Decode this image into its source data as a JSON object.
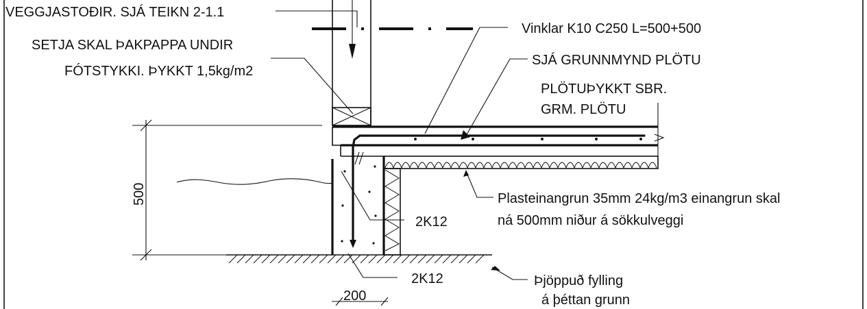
{
  "labels": {
    "veggjastodir": "VEGGJASTOÐIR. SJÁ TEIKN 2-1.1",
    "tharpappi_line1": "SETJA SKAL  ÞAKPAPPA UNDIR",
    "tharpappi_line2": "FÓTSTYKKI. ÞYKKT 1,5kg/m2",
    "vinklar": "Vinklar K10 C250 L=500+500",
    "grunnmynd": "SJÁ GRUNNMYND PLÖTU",
    "plotuthykkt_line1": "PLÖTUÞYKKT SBR.",
    "plotuthykkt_line2": "GRM. PLÖTU",
    "einangrun_line1": "Plasteinangrun 35mm 24kg/m3 einangrun skal",
    "einangrun_line2": "ná 500mm niður á sökkulveggi",
    "rebar_upper": "2K12",
    "rebar_lower": "2K12",
    "fylling_line1": "Þjöppuð fylling",
    "fylling_line2": "á þéttan grunn"
  },
  "dimensions": {
    "height": "500",
    "width": "200"
  }
}
